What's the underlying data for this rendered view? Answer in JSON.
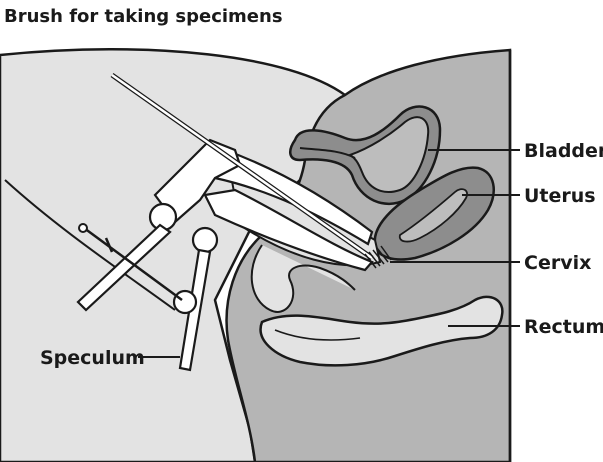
{
  "labels": {
    "brush": "Brush for taking specimens",
    "bladder": "Bladder",
    "uterus": "Uterus",
    "cervix": "Cervix",
    "rectum": "Rectum",
    "speculum": "Speculum"
  },
  "colors": {
    "body_light": "#e3e3e3",
    "pelvis_mid": "#b5b5b5",
    "organ_light": "#bdbdbd",
    "organ_dark": "#8d8d8d",
    "outline": "#1a1a1a",
    "background": "#ffffff"
  }
}
